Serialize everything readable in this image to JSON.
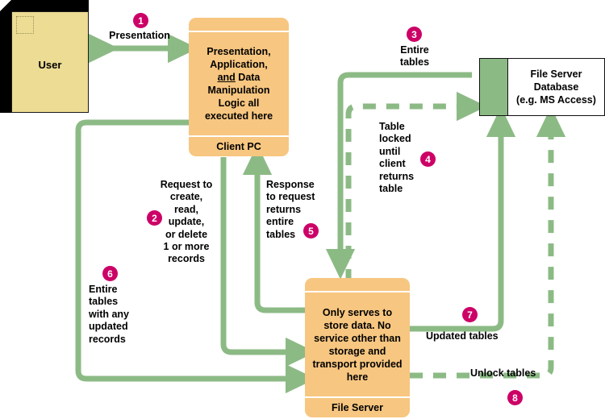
{
  "diagram": {
    "title": "File Server Architecture Data Flow",
    "colors": {
      "arrow_green": "#8cba85",
      "node_orange": "#f7c680",
      "user_yellow": "#ecdc94",
      "badge_magenta": "#cc0066",
      "db_band_green": "#8cba85",
      "background": "#ffffff"
    }
  },
  "nodes": {
    "user": {
      "label": "User"
    },
    "client_pc": {
      "body": "Presentation,\nApplication,\nand Data\nManipulation\nLogic all\nexecuted here",
      "body_line1": "Presentation,",
      "body_line2": "Application,",
      "body_line3_underlined": "and",
      "body_line3_rest": " Data",
      "body_line4": "Manipulation",
      "body_line5": "Logic all",
      "body_line6": "executed here",
      "footer": "Client PC"
    },
    "file_server": {
      "body": "Only serves to\nstore data. No\nservice other\nthan storage and\ntransport\nprovided here",
      "footer": "File Server"
    },
    "database": {
      "text": "File Server\nDatabase\n(e.g. MS Access)",
      "line1": "File Server",
      "line2": "Database",
      "line3": "(e.g. MS Access)"
    }
  },
  "flows": [
    {
      "number": "1",
      "label": "Presentation",
      "style": "solid",
      "direction": "bidirectional",
      "from": "user",
      "to": "client_pc"
    },
    {
      "number": "2",
      "label": "Request to\ncreate,\nread,\nupdate,\nor delete\n1 or more\nrecords",
      "style": "solid",
      "direction": "down",
      "from": "client_pc",
      "to": "file_server"
    },
    {
      "number": "3",
      "label": "Entire\ntables",
      "style": "solid",
      "direction": "right",
      "from": "client_pc",
      "to": "database"
    },
    {
      "number": "4",
      "label": "Table\nlocked\nuntil\nclient\nreturns\ntable",
      "style": "dashed",
      "direction": "right",
      "from": "file_server",
      "to": "database"
    },
    {
      "number": "5",
      "label": "Response\nto request\nreturns\nentire\ntables",
      "style": "solid",
      "direction": "up",
      "from": "file_server",
      "to": "client_pc"
    },
    {
      "number": "6",
      "label": "Entire\ntables\nwith any\nupdated\nrecords",
      "style": "solid",
      "direction": "right",
      "from": "client_pc",
      "to": "file_server"
    },
    {
      "number": "7",
      "label": "Updated tables",
      "style": "solid",
      "direction": "up",
      "from": "file_server",
      "to": "database"
    },
    {
      "number": "8",
      "label": "Unlock tables",
      "style": "dashed",
      "direction": "up",
      "from": "file_server",
      "to": "database"
    }
  ]
}
